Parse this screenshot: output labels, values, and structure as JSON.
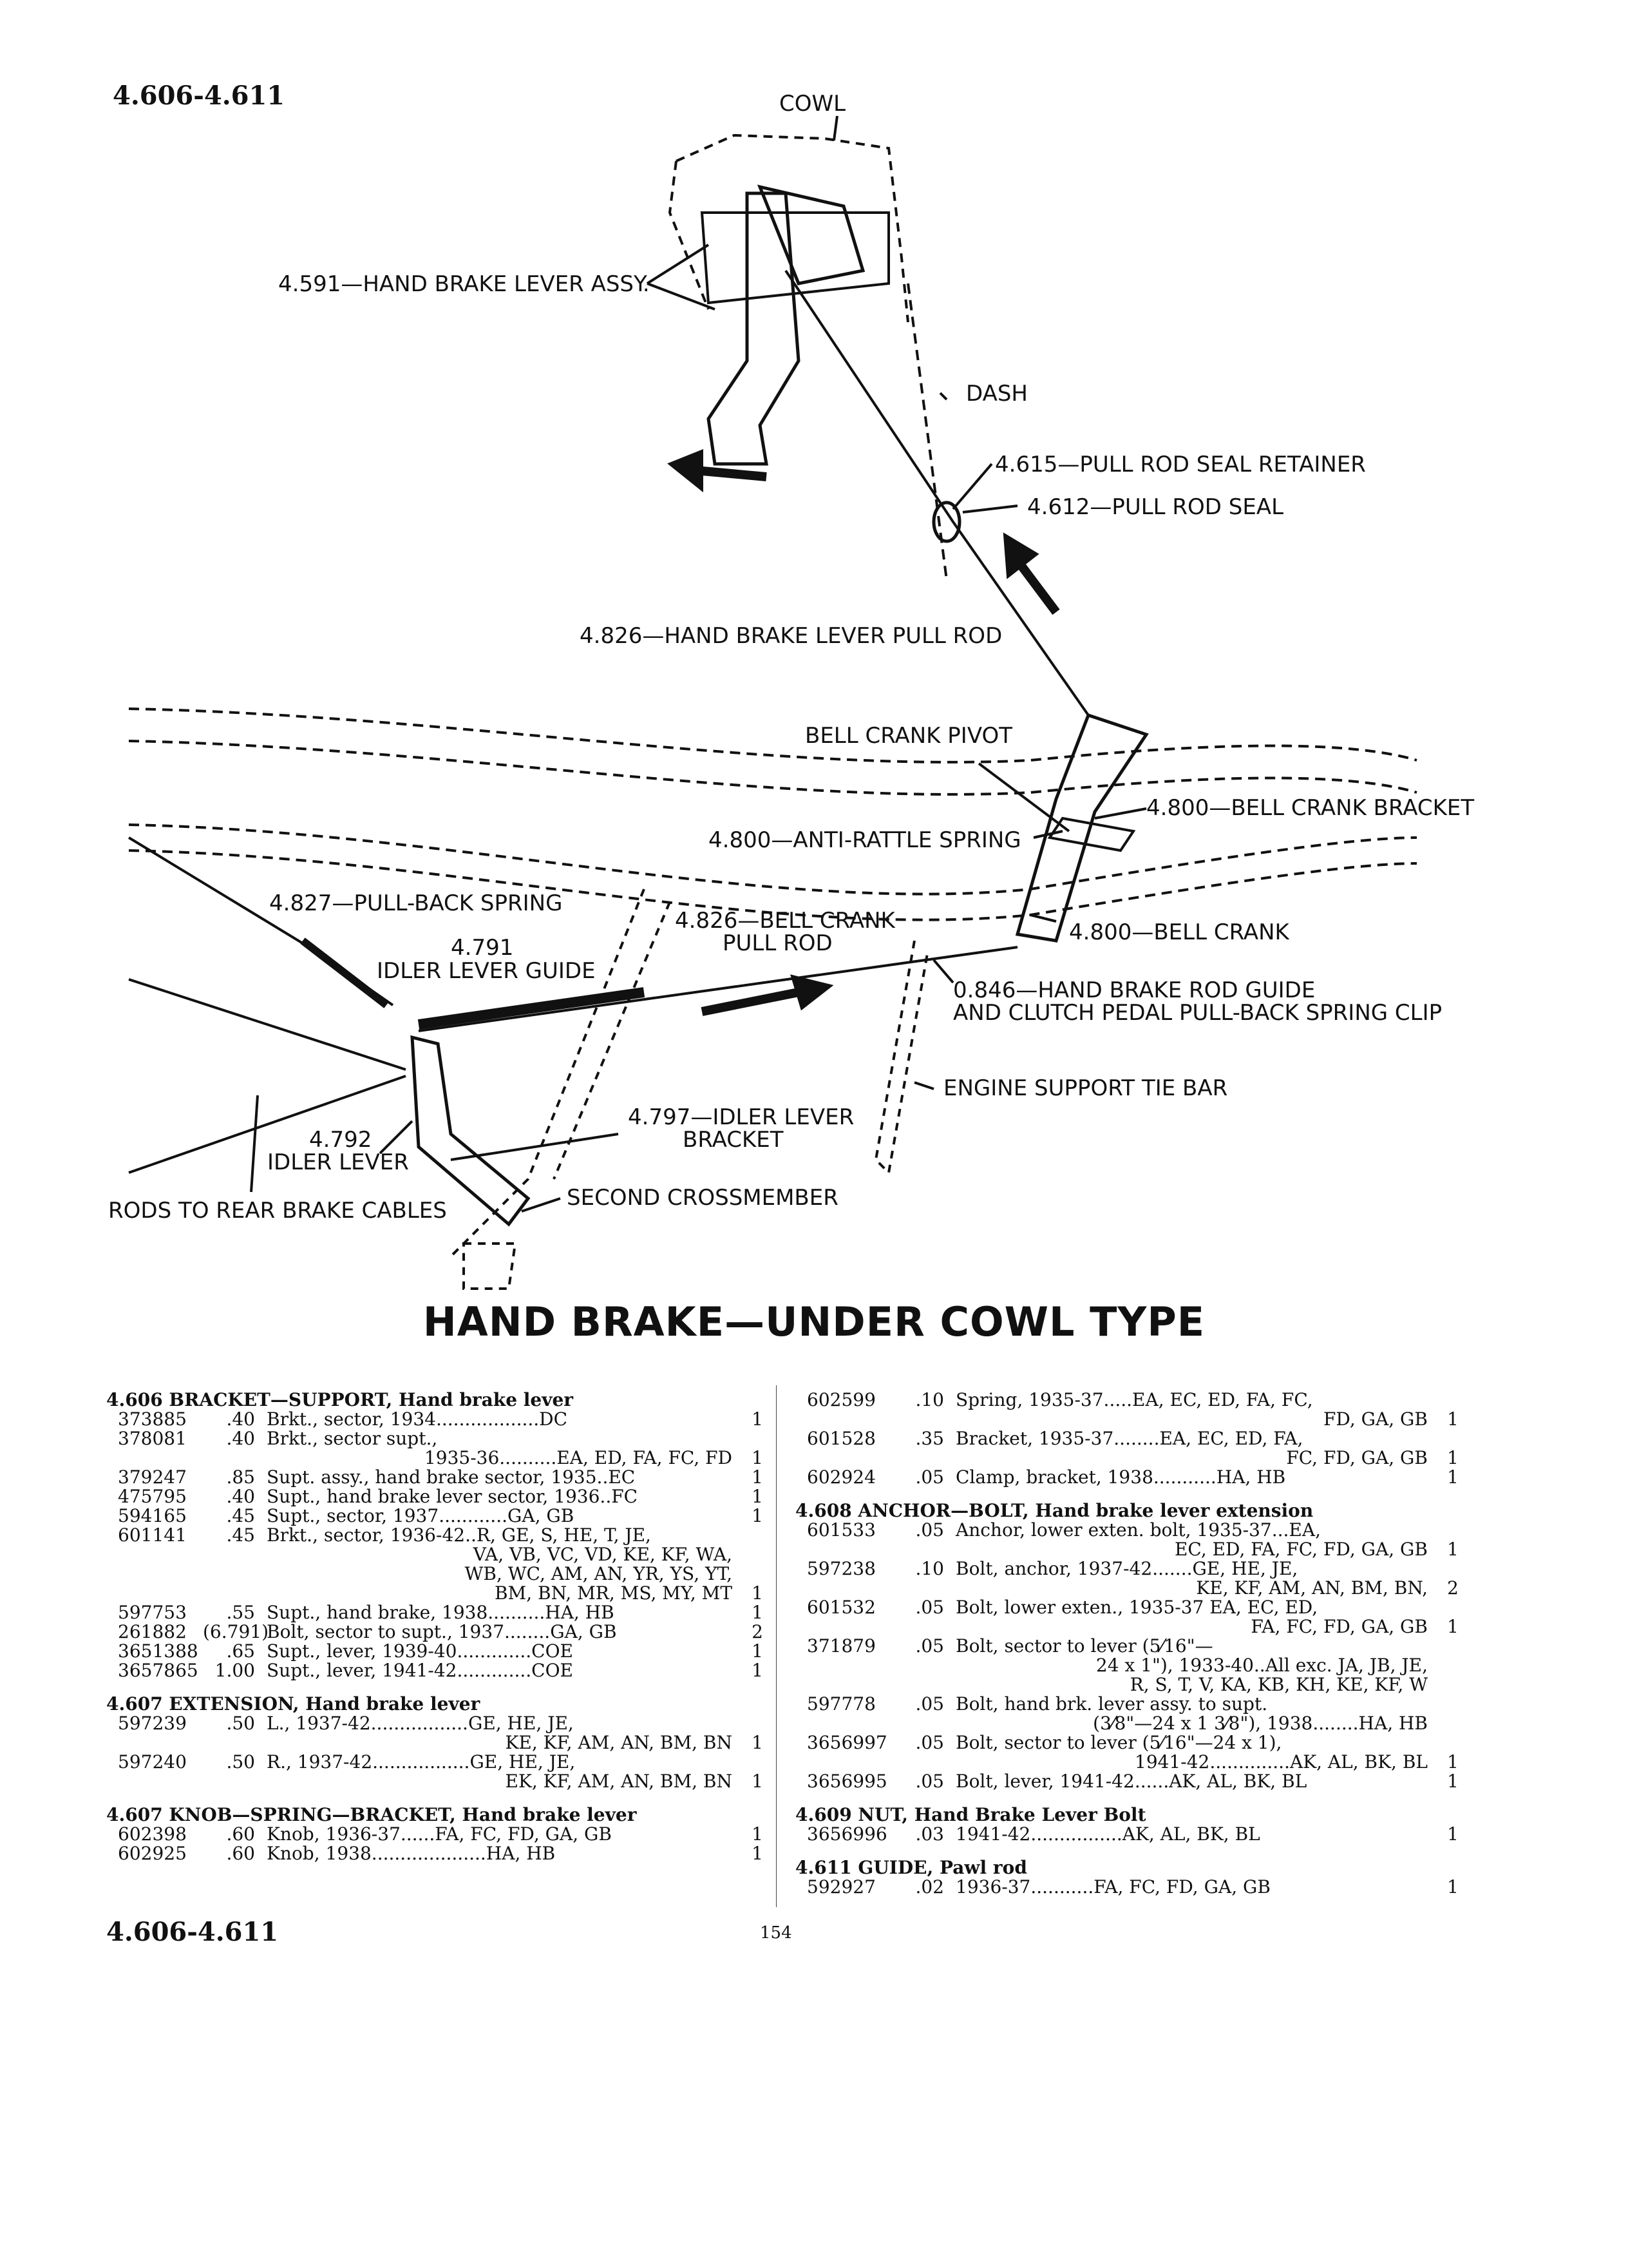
{
  "header_code": "4.606-4.611",
  "footer_code": "4.606-4.611",
  "page_number": "154",
  "diagram": {
    "labels": {
      "cowl": "COWL",
      "hand_brake_lever_assy": "4.591—HAND BRAKE LEVER ASSY.",
      "dash": "DASH",
      "pull_rod_seal_retainer": "4.615—PULL ROD SEAL RETAINER",
      "pull_rod_seal": "4.612—PULL ROD SEAL",
      "hand_brake_lever_pull_rod": "4.826—HAND BRAKE LEVER PULL ROD",
      "bell_crank_pivot": "BELL CRANK PIVOT",
      "bell_crank_bracket": "4.800—BELL CRANK BRACKET",
      "anti_rattle_spring": "4.800—ANTI-RATTLE SPRING",
      "pull_back_spring": "4.827—PULL-BACK SPRING",
      "bell_crank_pull_rod_1": "4.826—BELL CRANK",
      "bell_crank_pull_rod_2": "PULL ROD",
      "bell_crank": "4.800—BELL CRANK",
      "idler_lever_guide_1": "4.791",
      "idler_lever_guide_2": "IDLER LEVER GUIDE",
      "rod_guide_1": "0.846—HAND BRAKE ROD GUIDE",
      "rod_guide_2": "AND CLUTCH PEDAL PULL-BACK SPRING CLIP",
      "engine_support_tie_bar": "ENGINE SUPPORT TIE BAR",
      "idler_lever_bracket_1": "4.797—IDLER LEVER",
      "idler_lever_bracket_2": "BRACKET",
      "idler_lever_1": "4.792",
      "idler_lever_2": "IDLER LEVER",
      "second_crossmember": "SECOND CROSSMEMBER",
      "rods_to_rear": "RODS TO REAR BRAKE CABLES"
    }
  },
  "title": "HAND BRAKE—UNDER COWL TYPE",
  "left_sections": [
    {
      "heading": "4.606  BRACKET—SUPPORT, Hand brake lever",
      "rows": [
        {
          "part": "373885",
          "price": ".40",
          "desc": [
            "Brkt., sector, 1934..................DC"
          ],
          "qty": "1"
        },
        {
          "part": "378081",
          "price": ".40",
          "desc": [
            "Brkt., sector supt.,",
            "1935-36..........EA, ED, FA, FC, FD"
          ],
          "qty": "1"
        },
        {
          "part": "379247",
          "price": ".85",
          "desc": [
            "Supt. assy., hand brake sector, 1935..EC"
          ],
          "qty": "1"
        },
        {
          "part": "475795",
          "price": ".40",
          "desc": [
            "Supt., hand brake lever sector, 1936..FC"
          ],
          "qty": "1"
        },
        {
          "part": "594165",
          "price": ".45",
          "desc": [
            "Supt., sector, 1937............GA, GB"
          ],
          "qty": "1"
        },
        {
          "part": "601141",
          "price": ".45",
          "desc": [
            "Brkt., sector, 1936-42..R, GE, S, HE, T, JE,",
            "VA, VB, VC, VD, KE, KF, WA,",
            "WB, WC, AM, AN, YR, YS, YT,",
            "BM, BN, MR, MS, MY, MT"
          ],
          "qty": "1"
        },
        {
          "part": "597753",
          "price": ".55",
          "desc": [
            "Supt., hand brake, 1938..........HA, HB"
          ],
          "qty": "1"
        },
        {
          "part": "261882",
          "price": "(6.791)",
          "desc": [
            "Bolt, sector to supt., 1937........GA, GB"
          ],
          "qty": "2"
        },
        {
          "part": "3651388",
          "price": ".65",
          "desc": [
            "Supt., lever, 1939-40.............COE"
          ],
          "qty": "1"
        },
        {
          "part": "3657865",
          "price": "1.00",
          "desc": [
            "Supt., lever, 1941-42.............COE"
          ],
          "qty": "1"
        }
      ]
    },
    {
      "heading": "4.607  EXTENSION, Hand brake lever",
      "rows": [
        {
          "part": "597239",
          "price": ".50",
          "desc": [
            "L., 1937-42.................GE, HE, JE,",
            "KE, KF, AM, AN, BM, BN"
          ],
          "qty": "1"
        },
        {
          "part": "597240",
          "price": ".50",
          "desc": [
            "R., 1937-42.................GE, HE, JE,",
            "EK, KF, AM, AN, BM, BN"
          ],
          "qty": "1"
        }
      ]
    },
    {
      "heading": "4.607  KNOB—SPRING—BRACKET, Hand brake lever",
      "rows": [
        {
          "part": "602398",
          "price": ".60",
          "desc": [
            "Knob, 1936-37......FA, FC, FD, GA, GB"
          ],
          "qty": "1"
        },
        {
          "part": "602925",
          "price": ".60",
          "desc": [
            "Knob, 1938....................HA, HB"
          ],
          "qty": "1"
        }
      ]
    }
  ],
  "right_sections": [
    {
      "heading": "",
      "rows": [
        {
          "part": "602599",
          "price": ".10",
          "desc": [
            "Spring, 1935-37.....EA, EC, ED, FA, FC,",
            "FD, GA, GB"
          ],
          "qty": "1"
        },
        {
          "part": "601528",
          "price": ".35",
          "desc": [
            "Bracket, 1935-37........EA, EC, ED, FA,",
            "FC, FD, GA, GB"
          ],
          "qty": "1"
        },
        {
          "part": "602924",
          "price": ".05",
          "desc": [
            "Clamp, bracket, 1938...........HA, HB"
          ],
          "qty": "1"
        }
      ]
    },
    {
      "heading": "4.608  ANCHOR—BOLT, Hand brake lever extension",
      "rows": [
        {
          "part": "601533",
          "price": ".05",
          "desc": [
            "Anchor, lower exten. bolt, 1935-37...EA,",
            "EC, ED, FA, FC, FD, GA, GB"
          ],
          "qty": "1"
        },
        {
          "part": "597238",
          "price": ".10",
          "desc": [
            "Bolt, anchor, 1937-42.......GE, HE, JE,",
            "KE, KF, AM, AN, BM, BN,"
          ],
          "qty": "2"
        },
        {
          "part": "601532",
          "price": ".05",
          "desc": [
            "Bolt, lower exten., 1935-37  EA, EC, ED,",
            "FA, FC, FD, GA, GB"
          ],
          "qty": "1"
        },
        {
          "part": "371879",
          "price": ".05",
          "desc": [
            "Bolt, sector to lever (5⁄16\"—",
            "24 x 1\"), 1933-40..All exc. JA, JB, JE,",
            "R, S, T, V, KA, KB, KH, KE, KF, W"
          ],
          "qty": ""
        },
        {
          "part": "597778",
          "price": ".05",
          "desc": [
            "Bolt, hand brk. lever assy. to supt.",
            "(3⁄8\"—24 x 1 3⁄8\"), 1938........HA, HB"
          ],
          "qty": ""
        },
        {
          "part": "3656997",
          "price": ".05",
          "desc": [
            "Bolt, sector to lever (5⁄16\"—24 x 1),",
            "1941-42..............AK, AL, BK, BL"
          ],
          "qty": "1"
        },
        {
          "part": "3656995",
          "price": ".05",
          "desc": [
            "Bolt, lever, 1941-42......AK, AL, BK, BL"
          ],
          "qty": "1"
        }
      ]
    },
    {
      "heading": "4.609  NUT, Hand Brake Lever Bolt",
      "rows": [
        {
          "part": "3656996",
          "price": ".03",
          "desc": [
            "1941-42................AK, AL, BK, BL"
          ],
          "qty": "1"
        }
      ]
    },
    {
      "heading": "4.611  GUIDE, Pawl rod",
      "rows": [
        {
          "part": "592927",
          "price": ".02",
          "desc": [
            "1936-37...........FA, FC, FD, GA, GB"
          ],
          "qty": "1"
        }
      ]
    }
  ]
}
